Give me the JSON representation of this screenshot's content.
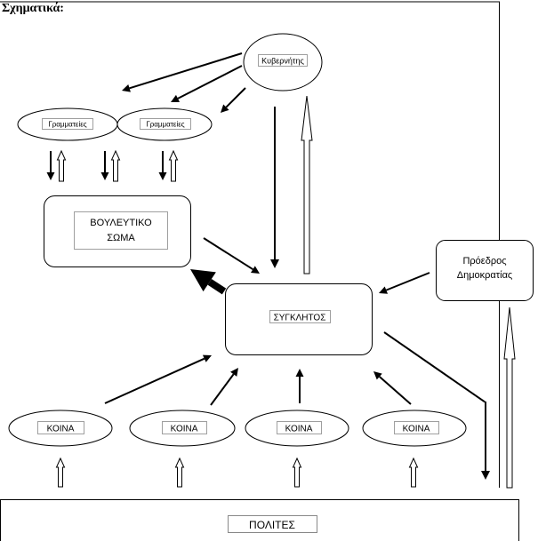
{
  "heading": "Σχηματικά:",
  "nodes": {
    "kyvernitis": "Κυβερνήτης",
    "grammateies_1": "Γραμματείες",
    "grammateies_2": "Γραμματείες",
    "vouleftiko_line1": "ΒΟΥΛΕΥΤΙΚΟ",
    "vouleftiko_line2": "ΣΩΜΑ",
    "synklitos": "ΣΥΓΚΛΗΤΟΣ",
    "proedros_line1": "Πρόεδρος",
    "proedros_line2": "Δημοκρατίας",
    "koina": [
      "ΚΟΙΝΑ",
      "ΚΟΙΝΑ",
      "ΚΟΙΝΑ",
      "ΚΟΙΝΑ"
    ],
    "polites": "ΠΟΛΙΤΕΣ"
  }
}
